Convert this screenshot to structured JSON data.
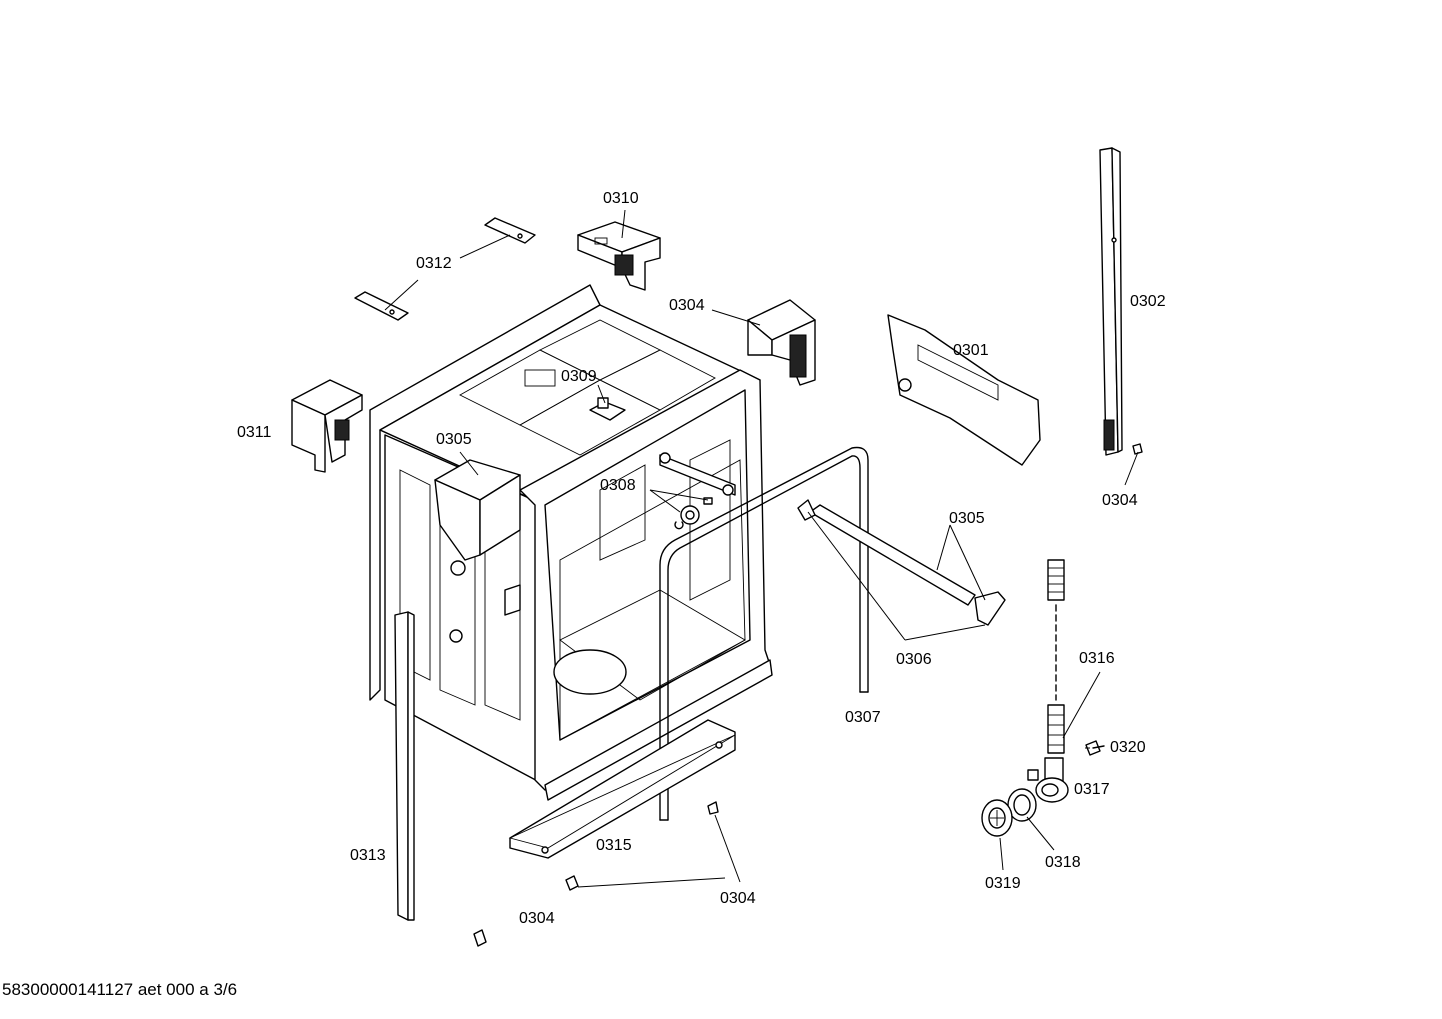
{
  "labels": {
    "p0301": "0301",
    "p0302": "0302",
    "p0304a": "0304",
    "p0304b": "0304",
    "p0304c": "0304",
    "p0304d": "0304",
    "p0305a": "0305",
    "p0305b": "0305",
    "p0306": "0306",
    "p0307": "0307",
    "p0308": "0308",
    "p0309": "0309",
    "p0310": "0310",
    "p0311": "0311",
    "p0312": "0312",
    "p0313": "0313",
    "p0315": "0315",
    "p0316": "0316",
    "p0317": "0317",
    "p0318": "0318",
    "p0319": "0319",
    "p0320": "0320"
  },
  "footer": "58300000141127 aet 000 a 3/6"
}
